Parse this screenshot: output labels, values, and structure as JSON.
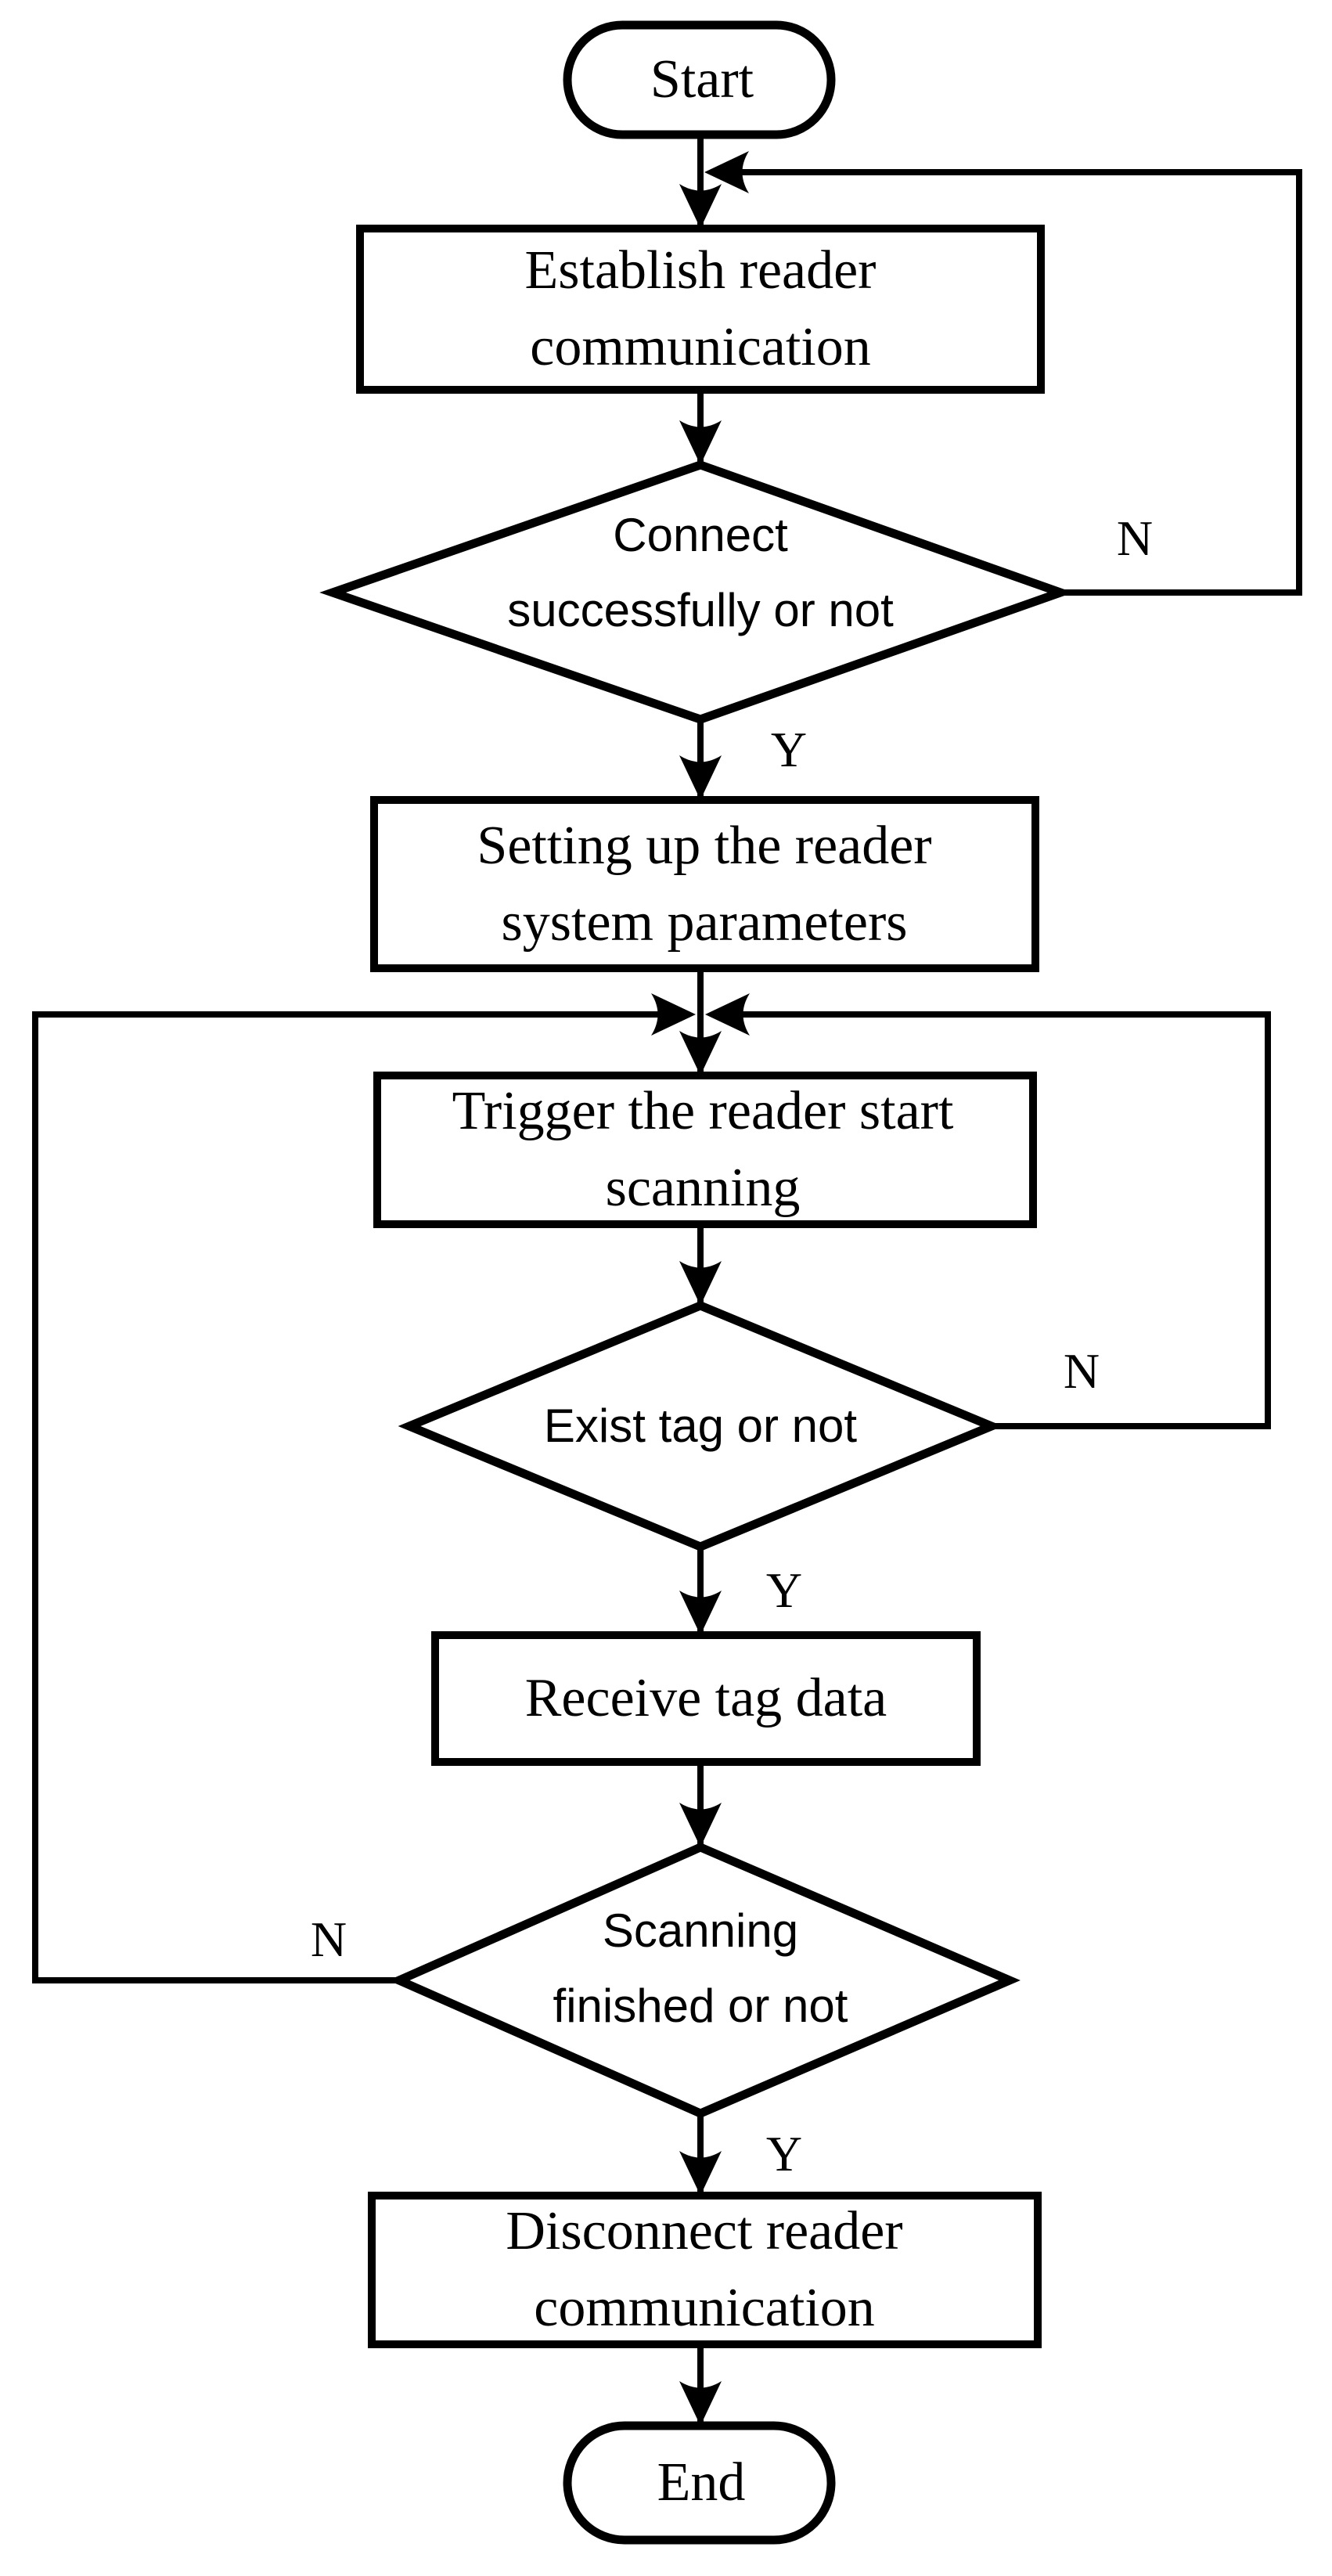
{
  "colors": {
    "background": "#ffffff",
    "stroke": "#000000",
    "text": "#000000"
  },
  "nodes": {
    "start": {
      "type": "terminator",
      "label": "Start"
    },
    "establish": {
      "type": "process",
      "line1": "Establish reader",
      "line2": "communication"
    },
    "connect": {
      "type": "decision",
      "line1": "Connect",
      "line2": "successfully or not"
    },
    "setting": {
      "type": "process",
      "line1": "Setting up the reader",
      "line2": "system parameters"
    },
    "trigger": {
      "type": "process",
      "line1": "Trigger the reader start",
      "line2": "scanning"
    },
    "exist": {
      "type": "decision",
      "label": "Exist tag or not"
    },
    "receive": {
      "type": "process",
      "label": "Receive tag data"
    },
    "finished": {
      "type": "decision",
      "line1": "Scanning",
      "line2": "finished or not"
    },
    "disconnect": {
      "type": "process",
      "line1": "Disconnect reader",
      "line2": "communication"
    },
    "end": {
      "type": "terminator",
      "label": "End"
    }
  },
  "edge_labels": {
    "connect_no": "N",
    "connect_yes": "Y",
    "exist_no": "N",
    "exist_yes": "Y",
    "finished_no": "N",
    "finished_yes": "Y"
  }
}
